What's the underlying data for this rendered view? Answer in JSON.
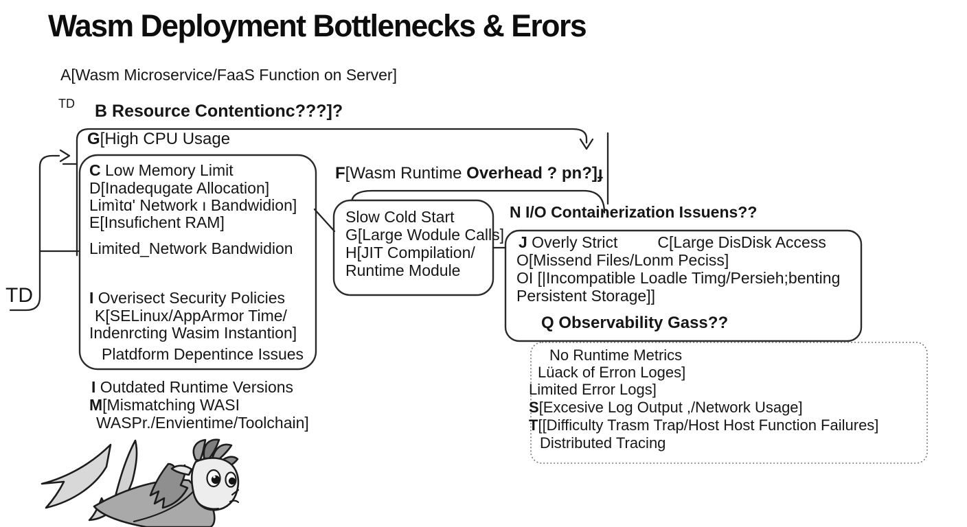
{
  "title": "Wasm Deployment Bottlenecks & Erors",
  "labels": {
    "td_top": "TD",
    "td_left": "TD"
  },
  "node_a": {
    "text": "A[Wasm Microservice/FaaS Function on Server]"
  },
  "node_b": {
    "letter": "B",
    "text": " Resource Contentionc???]?"
  },
  "node_g": {
    "letter": "G",
    "text": "[High CPU Usage"
  },
  "memory_box": {
    "lines": [
      {
        "letter": "C",
        "text": " Low Memory Limit"
      },
      {
        "letter": "",
        "text": "D[Inadequgate Allocation]"
      },
      {
        "letter": "",
        "text": "Limìtɑ' Network ı Bandwidion]"
      },
      {
        "letter": "",
        "text": "E[Insufichent RAM]"
      },
      {
        "letter": "",
        "text": "Limited_Network Bandwidion"
      },
      {
        "letter": "I",
        "text": " Overisect Security Policies"
      },
      {
        "letter": "",
        "text": "K[SELinux/AppArmor Time/"
      },
      {
        "letter": "",
        "text": "Indenrcting Wasim Instantion]"
      },
      {
        "letter": "",
        "text": "Platdform Depentince Issues"
      }
    ]
  },
  "node_f": {
    "letter": "F",
    "text": "[Wasm Runtime ",
    "bold_text": "Overhead ? pn?]ɟ"
  },
  "cold_start_box": {
    "lines": [
      "Slow Cold Start",
      "G[Large Wodule Calls]",
      "H[JIT Compilation/",
      "Runtime Module"
    ]
  },
  "node_n": {
    "letter": "N",
    "text": " I/O Containerization Issuens??"
  },
  "io_box": {
    "line1a": {
      "letter": "J",
      "text": " Overly Strict"
    },
    "line1b": "C[Large DisDisk Access",
    "lines": [
      "O[Missend Files/Lonm Peciss]",
      "OI [|Incompatible Loadle Timg/Persieh;benting",
      "Persistent Storage]]"
    ],
    "q": {
      "letter": "Q",
      "text": " Observability Gass??"
    }
  },
  "obs_box": {
    "lines": [
      {
        "letter": "",
        "text": "No Runtime Metrics"
      },
      {
        "letter": "",
        "text": "Lüack of Erron Loges]"
      },
      {
        "letter": "",
        "text": "Limited Error Logs]"
      },
      {
        "letter": "S",
        "text": "[Excesive Log Output ,/Network Usage]"
      },
      {
        "letter": "T",
        "text": "[[Difficulty Trasm Trap/Host Host Function Failures]"
      },
      {
        "letter": "",
        "text": "Distributed Tracing"
      }
    ]
  },
  "runtime_notes": {
    "lines": [
      {
        "letter": "I",
        "text": " Outdated Runtime Versions"
      },
      {
        "letter": "M",
        "text": "[Mismatching WASI"
      },
      {
        "letter": "",
        "text": "WASPr./Envientime/Toolchain]"
      }
    ]
  },
  "icons": {
    "creature": "fish-bird-mascot"
  },
  "colors": {
    "ink": "#161616",
    "border": "#2b2b2b",
    "dashed_border": "#777777",
    "background": "#ffffff"
  }
}
